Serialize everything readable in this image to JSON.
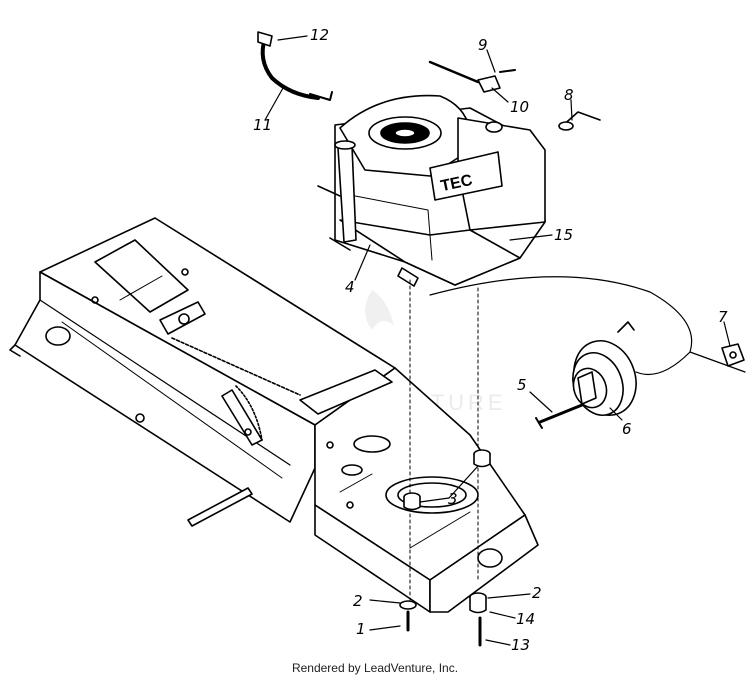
{
  "footer": {
    "text": "Rendered by LeadVenture, Inc."
  },
  "watermark": {
    "text": "LEADVENTURE"
  },
  "engine": {
    "brand": "TEC"
  },
  "callouts": [
    {
      "id": "1",
      "label": "1"
    },
    {
      "id": "2a",
      "label": "2"
    },
    {
      "id": "2b",
      "label": "2"
    },
    {
      "id": "3",
      "label": "3"
    },
    {
      "id": "4",
      "label": "4"
    },
    {
      "id": "5",
      "label": "5"
    },
    {
      "id": "6",
      "label": "6"
    },
    {
      "id": "7",
      "label": "7"
    },
    {
      "id": "8",
      "label": "8"
    },
    {
      "id": "9",
      "label": "9"
    },
    {
      "id": "10",
      "label": "10"
    },
    {
      "id": "11",
      "label": "11"
    },
    {
      "id": "12",
      "label": "12"
    },
    {
      "id": "13",
      "label": "13"
    },
    {
      "id": "14",
      "label": "14"
    },
    {
      "id": "15",
      "label": "15"
    }
  ]
}
